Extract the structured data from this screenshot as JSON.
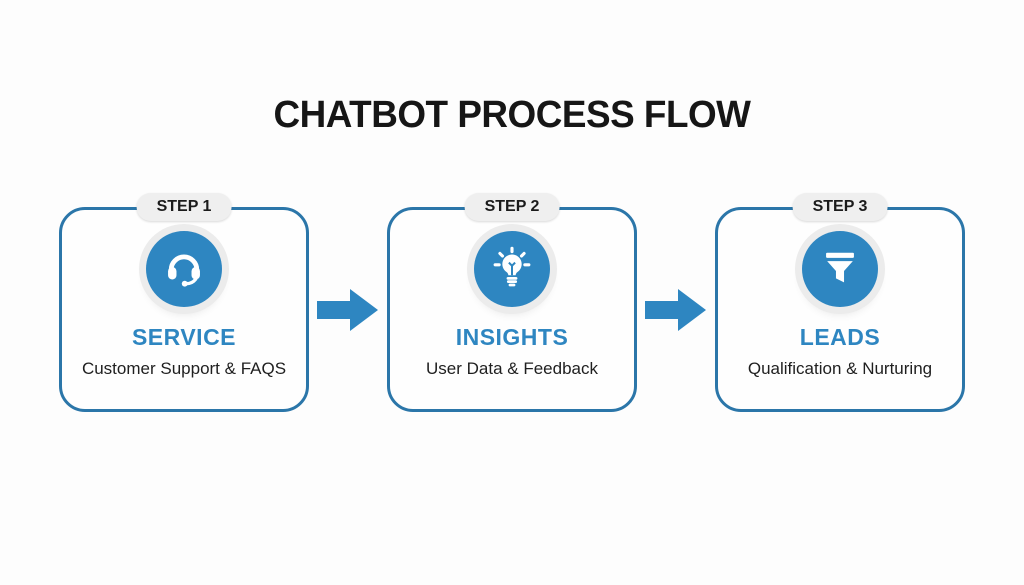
{
  "page": {
    "title": "CHATBOT PROCESS FLOW"
  },
  "colors": {
    "accent_blue": "#2E86C1",
    "border_blue": "#2B76A9",
    "badge_background": "#EFEFEF",
    "text_dark": "#1B1B1B"
  },
  "steps": [
    {
      "badge": "STEP 1",
      "title": "SERVICE",
      "subtitle": "Customer Support & FAQS",
      "icon": "headset-icon"
    },
    {
      "badge": "STEP 2",
      "title": "INSIGHTS",
      "subtitle": "User Data & Feedback",
      "icon": "lightbulb-icon"
    },
    {
      "badge": "STEP 3",
      "title": "LEADS",
      "subtitle": "Qualification & Nurturing",
      "icon": "funnel-icon"
    }
  ],
  "connectors": [
    {
      "icon": "arrow-right-icon"
    },
    {
      "icon": "arrow-right-icon"
    }
  ]
}
